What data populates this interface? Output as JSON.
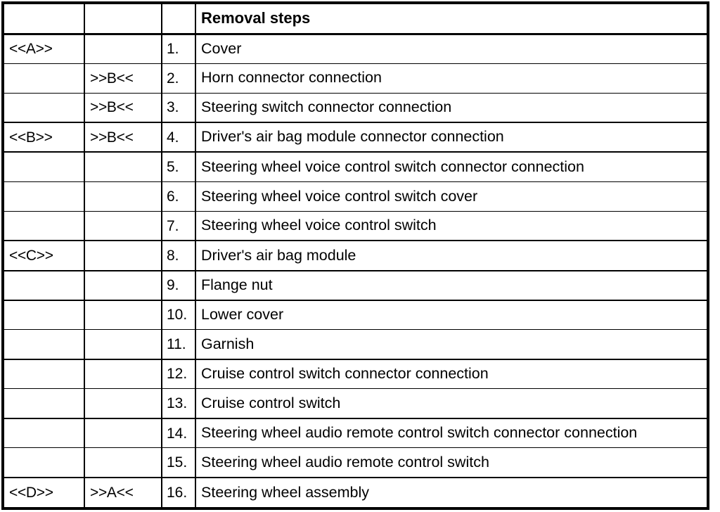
{
  "document": {
    "type": "service-manual-removal-steps-table",
    "background_color": "#ffffff",
    "text_color": "#000000",
    "border_color": "#000000"
  },
  "table": {
    "columns": [
      {
        "key": "mark_a",
        "header": ""
      },
      {
        "key": "mark_b",
        "header": ""
      },
      {
        "key": "number",
        "header": ""
      },
      {
        "key": "step",
        "header": "Removal steps"
      }
    ],
    "header": {
      "mark_a": "",
      "mark_b": "",
      "number": "",
      "step": "Removal steps"
    },
    "rows": [
      {
        "mark_a": "<<A>>",
        "mark_b": "",
        "number": "1.",
        "step": "Cover"
      },
      {
        "mark_a": "",
        "mark_b": ">>B<<",
        "number": "2.",
        "step": "Horn connector connection"
      },
      {
        "mark_a": "",
        "mark_b": ">>B<<",
        "number": "3.",
        "step": "Steering switch connector connection"
      },
      {
        "mark_a": "<<B>>",
        "mark_b": ">>B<<",
        "number": "4.",
        "step": "Driver's air bag module connector connection"
      },
      {
        "mark_a": "",
        "mark_b": "",
        "number": "5.",
        "step": "Steering wheel voice control switch connector connection"
      },
      {
        "mark_a": "",
        "mark_b": "",
        "number": "6.",
        "step": "Steering wheel voice control switch cover"
      },
      {
        "mark_a": "",
        "mark_b": "",
        "number": "7.",
        "step": "Steering wheel voice control switch"
      },
      {
        "mark_a": "<<C>>",
        "mark_b": "",
        "number": "8.",
        "step": "Driver's air bag module"
      },
      {
        "mark_a": "",
        "mark_b": "",
        "number": "9.",
        "step": "Flange nut"
      },
      {
        "mark_a": "",
        "mark_b": "",
        "number": "10.",
        "step": "Lower cover"
      },
      {
        "mark_a": "",
        "mark_b": "",
        "number": "11.",
        "step": "Garnish"
      },
      {
        "mark_a": "",
        "mark_b": "",
        "number": "12.",
        "step": "Cruise control switch connector connection"
      },
      {
        "mark_a": "",
        "mark_b": "",
        "number": "13.",
        "step": "Cruise control switch"
      },
      {
        "mark_a": "",
        "mark_b": "",
        "number": "14.",
        "step": "Steering wheel audio remote control switch connector connection"
      },
      {
        "mark_a": "",
        "mark_b": "",
        "number": "15.",
        "step": "Steering wheel audio remote control switch"
      },
      {
        "mark_a": "<<D>>",
        "mark_b": ">>A<<",
        "number": "16.",
        "step": "Steering wheel assembly"
      }
    ]
  }
}
